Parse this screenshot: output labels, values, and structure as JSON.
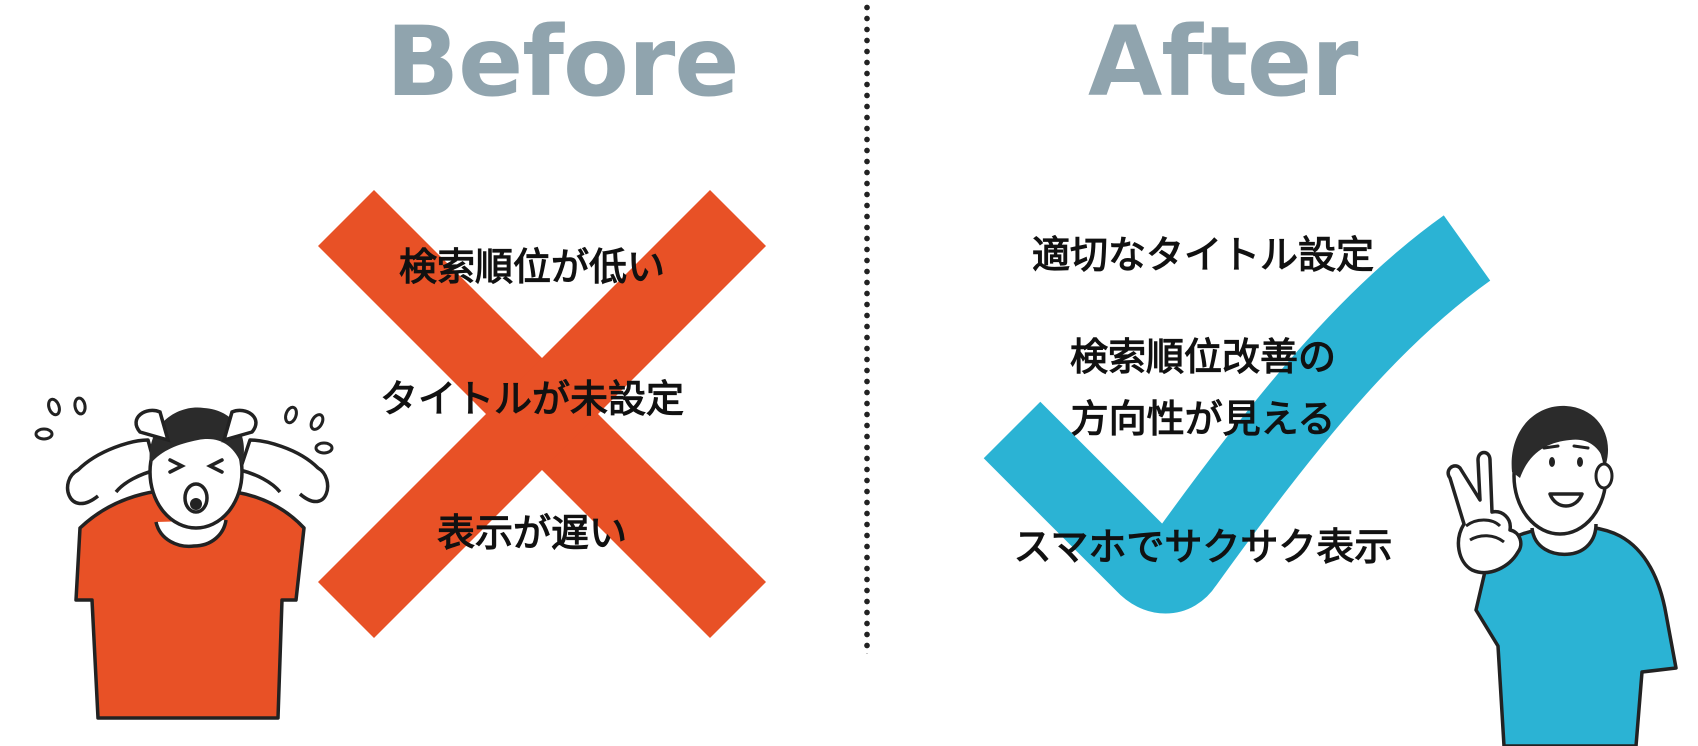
{
  "before": {
    "heading": "Before",
    "items": [
      "検索順位が低い",
      "タイトルが未設定",
      "表示が遅い"
    ],
    "mark": "cross-mark",
    "color": "#e85126"
  },
  "after": {
    "heading": "After",
    "items": [
      "適切なタイトル設定",
      "検索順位改善の",
      "方向性が見える",
      "スマホでサクサク表示"
    ],
    "mark": "check-mark",
    "color": "#2bb3d4"
  },
  "colors": {
    "heading": "#90a4ae",
    "text": "#111111",
    "divider": "#222222",
    "skin": "#ffffff",
    "hair": "#2b2b2b"
  }
}
